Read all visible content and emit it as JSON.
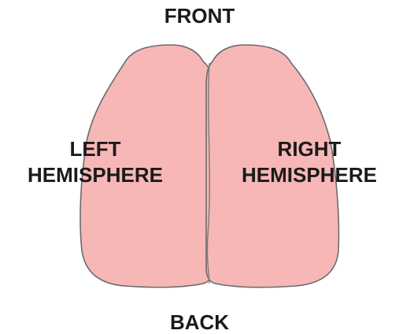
{
  "labels": {
    "front": "FRONT",
    "back": "BACK",
    "left_line1": "LEFT",
    "left_line2": "HEMISPHERE",
    "right_line1": "RIGHT",
    "right_line2": "HEMISPHERE"
  },
  "colors": {
    "hemisphere_fill": "#f7b7b7",
    "outline": "#6b6b6b",
    "text": "#1a1a1a"
  }
}
